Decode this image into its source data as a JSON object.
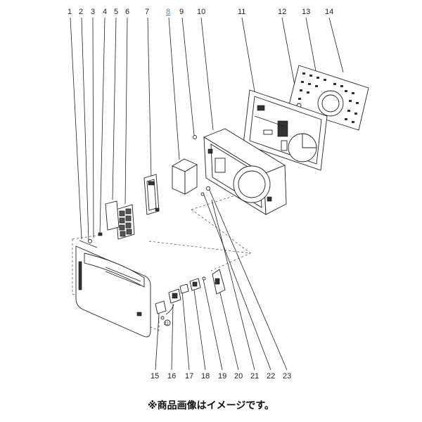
{
  "callouts": {
    "n1": "1",
    "n2": "2",
    "n3": "3",
    "n4": "4",
    "n5": "5",
    "n6": "6",
    "n7": "7",
    "n8": "8",
    "n9": "9",
    "n10": "10",
    "n11": "11",
    "n12": "12",
    "n13": "13",
    "n14": "14",
    "n15": "15",
    "n16": "16",
    "n17": "17",
    "n18": "18",
    "n19": "19",
    "n20": "20",
    "n21": "21",
    "n22": "22",
    "n23": "23"
  },
  "caption": "※商品画像はイメージです。",
  "colors": {
    "highlight": "#2f8fd0",
    "ink": "#222222"
  }
}
